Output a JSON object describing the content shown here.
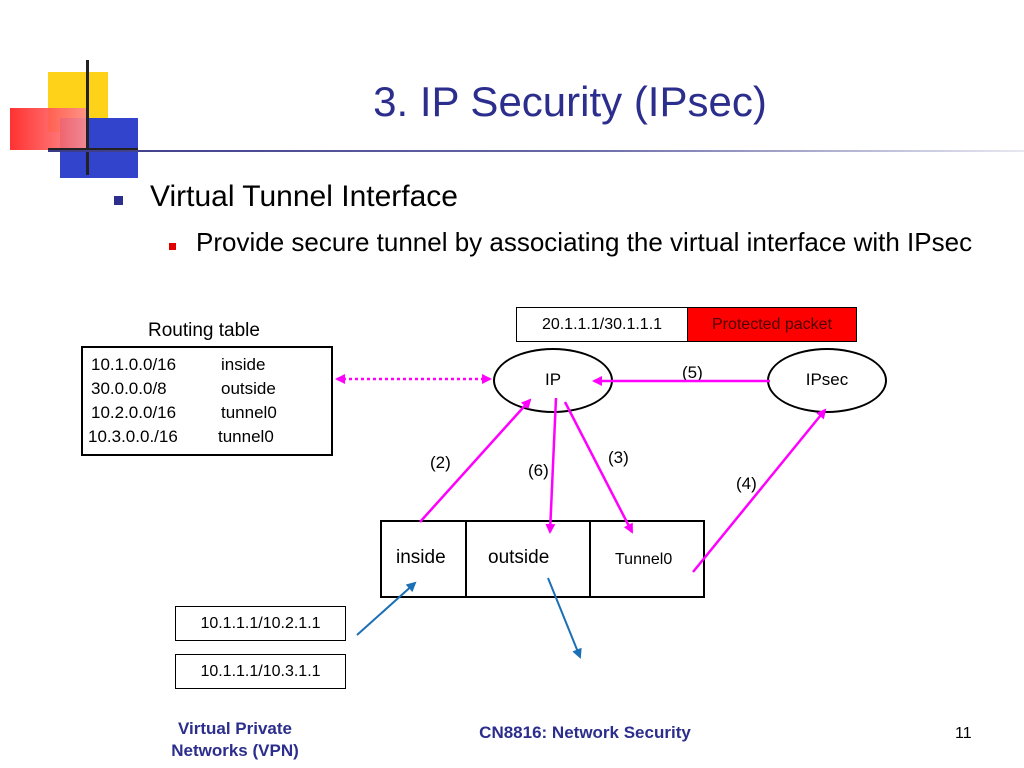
{
  "slide": {
    "title": "3. IP Security (IPsec)",
    "page_number": "11"
  },
  "bullets": [
    {
      "level": 1,
      "text": "Virtual Tunnel Interface"
    },
    {
      "level": 2,
      "text": "Provide secure tunnel by associating the virtual interface with IPsec"
    }
  ],
  "diagram": {
    "routing_table": {
      "caption": "Routing table",
      "rows": [
        {
          "network": "10.1.0.0/16",
          "iface": "inside"
        },
        {
          "network": "30.0.0.0/8",
          "iface": "outside"
        },
        {
          "network": "10.2.0.0/16",
          "iface": "tunnel0"
        },
        {
          "network": "10.3.0.0./16",
          "iface": "tunnel0"
        }
      ]
    },
    "packet_header": "20.1.1.1/30.1.1.1",
    "protected_label": "Protected packet",
    "nodes": {
      "ip": "IP",
      "ipsec": "IPsec"
    },
    "interfaces": {
      "inside": "inside",
      "outside": "outside",
      "tunnel": "Tunnel0"
    },
    "packets": [
      "10.1.1.1/10.2.1.1",
      "10.1.1.1/10.3.1.1"
    ],
    "steps": {
      "s2": "(2)",
      "s3": "(3)",
      "s4": "(4)",
      "s5": "(5)",
      "s6": "(6)"
    },
    "colors": {
      "flow_arrow": "#ff00ff",
      "traffic_arrow": "#1a6fb5",
      "protected_fill": "#ff0000",
      "title_color": "#2b2e8c"
    }
  },
  "footer": {
    "left": "Virtual Private Networks (VPN)",
    "center": "CN8816: Network Security"
  }
}
